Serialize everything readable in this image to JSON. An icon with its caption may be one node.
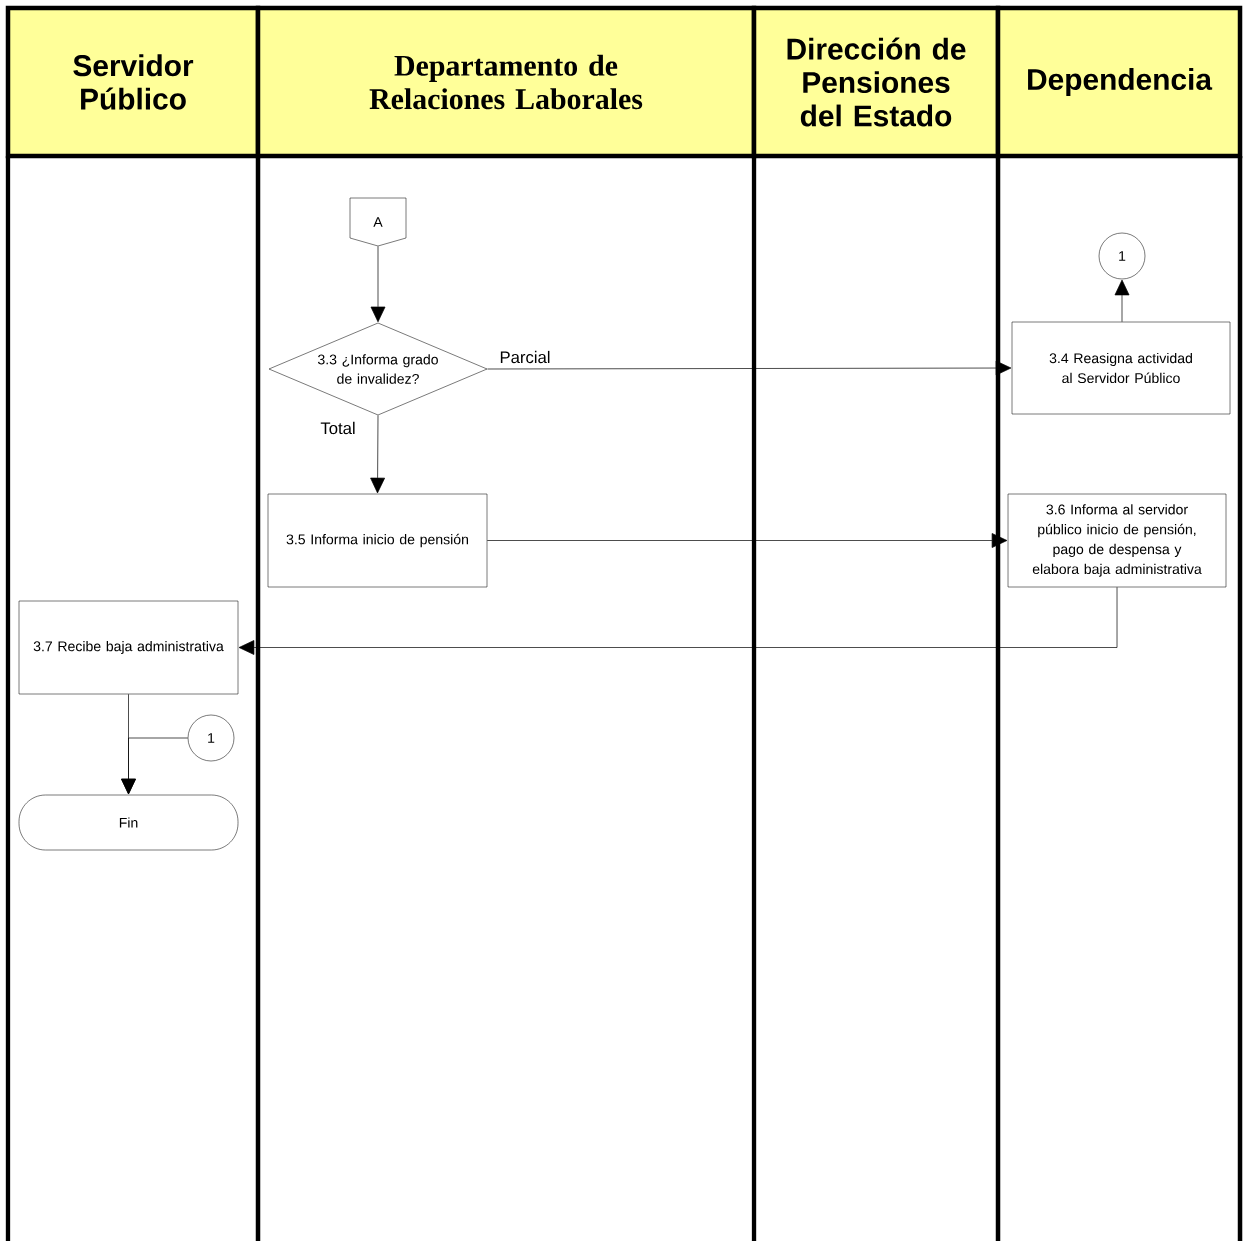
{
  "diagram": {
    "nodes": [
      {
        "text": [
          "Servidor Público"
        ]
      },
      {
        "text": [
          "Departamento de Relaciones Laborales"
        ]
      },
      {
        "text": [
          "Dirección de Pensiones del Estado"
        ]
      },
      {
        "text": [
          "Dependencia"
        ]
      },
      {
        "text": [
          "A"
        ]
      },
      {
        "text": [
          "3.3 ¿Informa grado de invalidez?"
        ]
      },
      {
        "text": [
          "1"
        ]
      },
      {
        "text": [
          "3.4 Reasigna actividad al Servidor Público"
        ]
      },
      {
        "text": [
          "3.5 Informa inicio de pensión"
        ]
      },
      {
        "text": [
          "3.6 Informa al servidor público inicio de pensión, pago de despensa y elabora baja administrativa"
        ]
      },
      {
        "text": [
          "3.7 Recibe baja administrativa"
        ]
      },
      {
        "text": [
          "1"
        ]
      },
      {
        "text": [
          "Fin"
        ]
      }
    ],
    "edges": [
      {
        "from": 4,
        "to": 5,
        "arrow": "to"
      },
      {
        "from": 5,
        "to": 7,
        "arrow": "to",
        "label": "Parcial"
      },
      {
        "from": 5,
        "to": 8,
        "arrow": "to",
        "label": "Total"
      },
      {
        "from": 7,
        "to": 6,
        "arrow": "to"
      },
      {
        "from": 8,
        "to": 9,
        "arrow": "to"
      },
      {
        "from": 9,
        "to": 10,
        "arrow": "to"
      },
      {
        "from": 10,
        "to": 12,
        "arrow": "to"
      },
      {
        "from": 11,
        "to": 12,
        "arrow": "to"
      }
    ]
  }
}
